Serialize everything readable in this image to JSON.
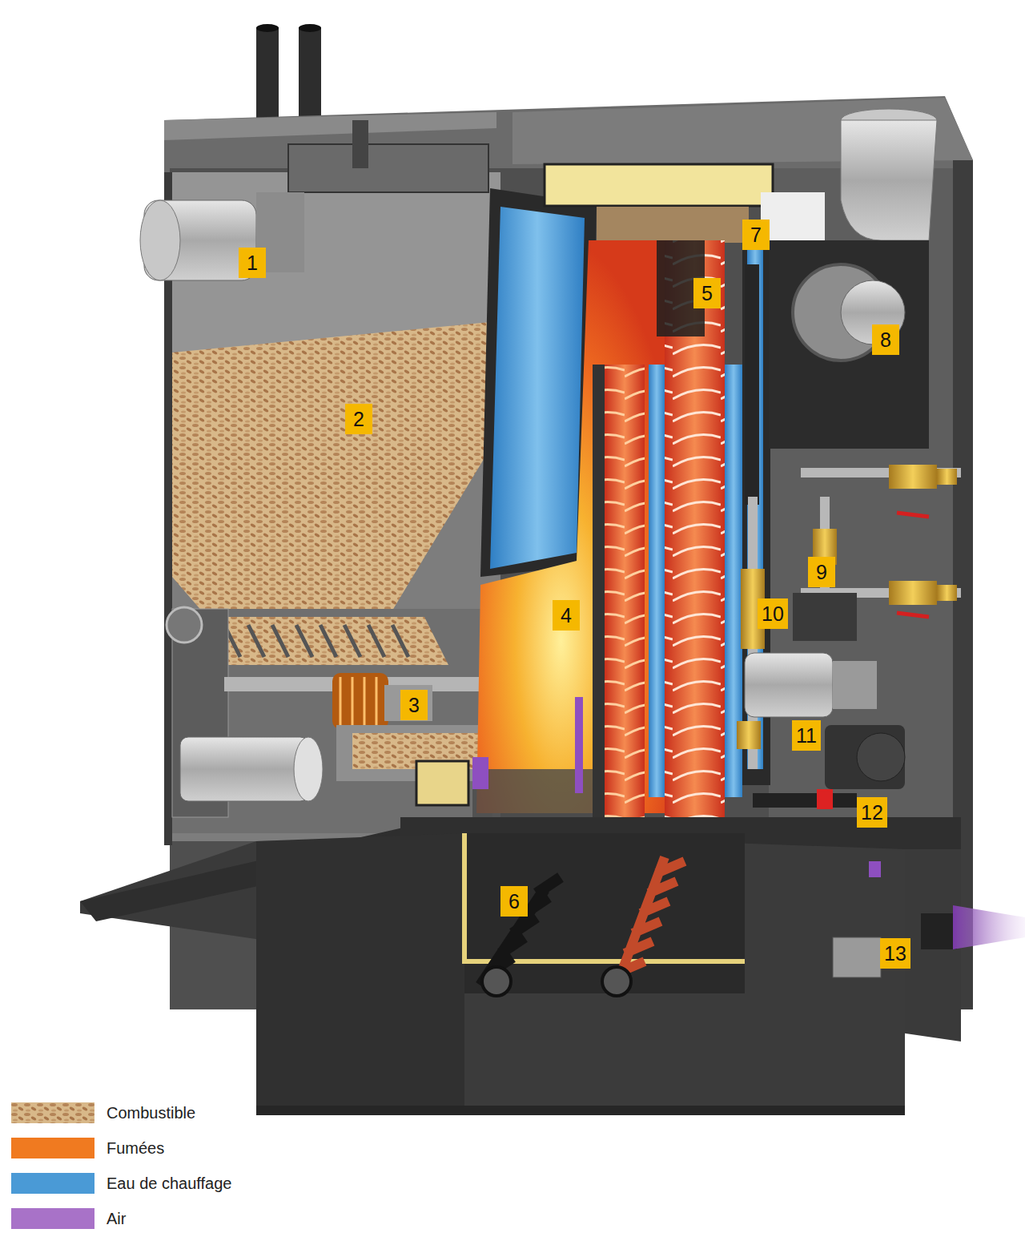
{
  "diagram": {
    "labels": [
      "1",
      "2",
      "3",
      "4",
      "5",
      "6",
      "7",
      "8",
      "9",
      "10",
      "11",
      "12",
      "13"
    ],
    "legend": [
      {
        "text": "Combustible"
      },
      {
        "text": "Fumées",
        "color": "#f07a20"
      },
      {
        "text": "Eau de chauffage",
        "color": "#4a9ad6"
      },
      {
        "text": "Air",
        "color": "#a872c8"
      }
    ]
  }
}
